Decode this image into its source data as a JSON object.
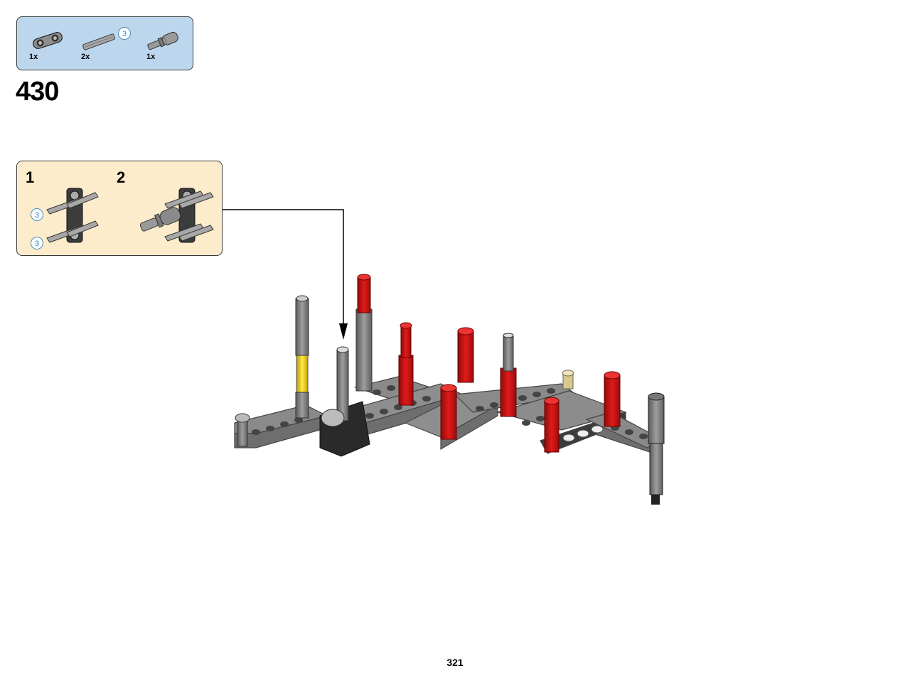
{
  "parts_list": {
    "items": [
      {
        "name": "connector-part",
        "qty": "1x"
      },
      {
        "name": "axle-part",
        "qty": "2x",
        "callout": "3"
      },
      {
        "name": "pin-axle-part",
        "qty": "1x"
      }
    ]
  },
  "step": {
    "number": "430"
  },
  "subassembly": {
    "steps": [
      {
        "label": "1",
        "callouts": [
          "3",
          "3"
        ]
      },
      {
        "label": "2"
      }
    ]
  },
  "page": {
    "number": "321"
  },
  "colors": {
    "parts_box": "#bcd6ee",
    "subassembly_box": "#fdeccb",
    "beam_gray": "#8a8a8a",
    "dark_gray": "#3c3c3c",
    "red_axle": "#cc1111",
    "yellow_axle": "#f0d21e",
    "callout_blue": "#2a88c2"
  }
}
